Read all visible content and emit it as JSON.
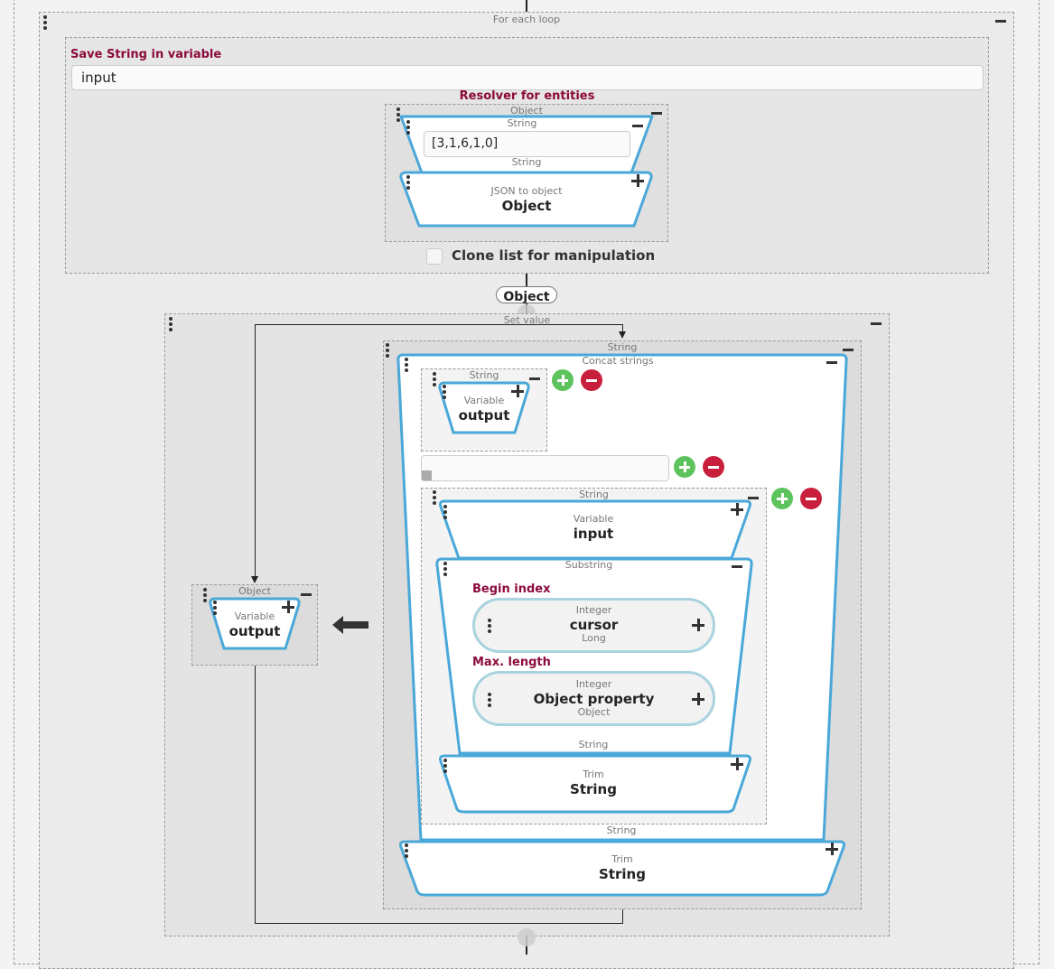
{
  "for_each": {
    "title": "For each loop"
  },
  "save_string": {
    "label": "Save String in variable",
    "value": "input",
    "resolver_label": "Resolver for entities",
    "object_label": "Object",
    "string_block_label": "String",
    "string_value": "[3,1,6,1,0]",
    "string_out_label": "String",
    "json_caption": "JSON to object",
    "json_type": "Object",
    "clone_label": "Clone list for manipulation"
  },
  "connector": {
    "object_badge": "Object"
  },
  "set_value": {
    "title": "Set value",
    "target": {
      "type": "Object",
      "caption": "Variable",
      "name": "output"
    },
    "outer_string_label": "String",
    "concat": {
      "title": "Concat strings",
      "item1": {
        "type": "String",
        "caption": "Variable",
        "name": "output"
      },
      "item3": {
        "type": "String",
        "var_caption": "Variable",
        "var_name": "input",
        "substring_title": "Substring",
        "begin_label": "Begin index",
        "begin_type": "Integer",
        "begin_name": "cursor",
        "begin_sub": "Long",
        "max_label": "Max. length",
        "max_type": "Integer",
        "max_name": "Object property",
        "max_sub": "Object",
        "out_label": "String",
        "trim_caption": "Trim",
        "trim_type": "String"
      },
      "out_label": "String",
      "trim_caption": "Trim",
      "trim_type": "String"
    }
  },
  "colors": {
    "accent": "#4aa8d8",
    "label_red": "#8b0a3b",
    "add": "#5dc45d",
    "remove": "#c8203c"
  }
}
